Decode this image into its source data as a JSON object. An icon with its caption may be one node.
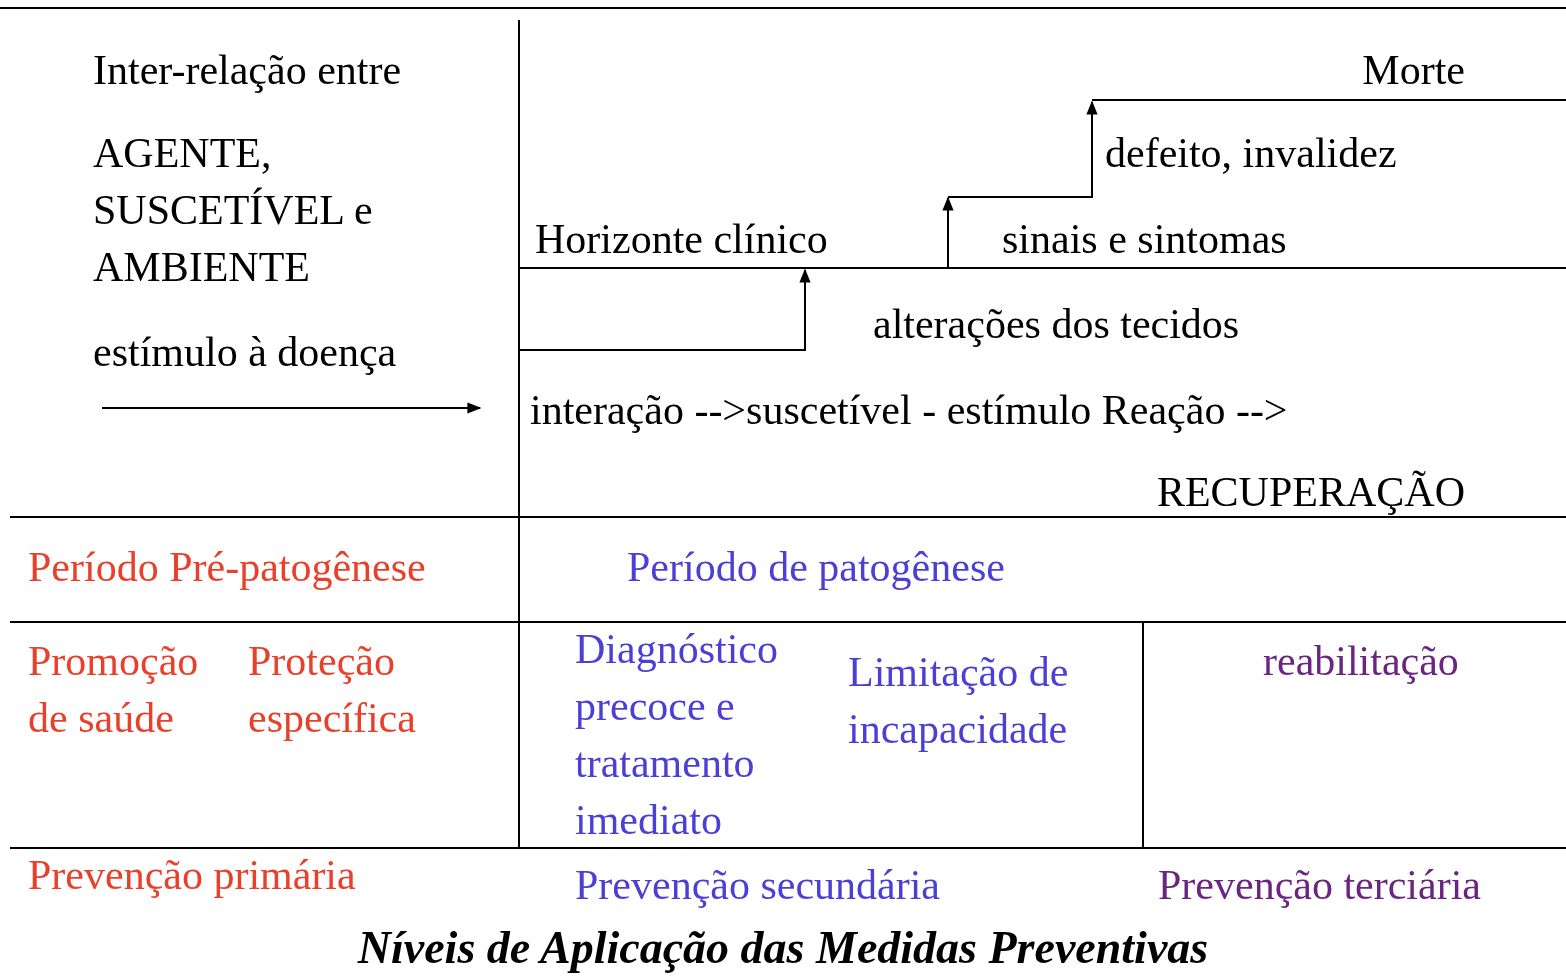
{
  "diagram": {
    "caption": "Níveis de Aplicação das Medidas Preventivas",
    "labels": [
      "Inter-relação entre",
      "AGENTE, SUSCETÍVEL e AMBIENTE",
      "estímulo à doença",
      "Morte",
      "defeito, invalidez",
      "Horizonte clínico",
      "sinais e sintomas",
      "alterações dos tecidos",
      "interação -->suscetível - estímulo Reação -->",
      "RECUPERAÇÃO",
      "Período Pré-patogênese",
      "Período de patogênese",
      "Promoção de saúde",
      "Proteção específica",
      "Diagnóstico precoce e tratamento imediato",
      "Limitação de incapacidade",
      "reabilitação",
      "Prevenção primária",
      "Prevenção secundária",
      "Prevenção terciária"
    ]
  }
}
